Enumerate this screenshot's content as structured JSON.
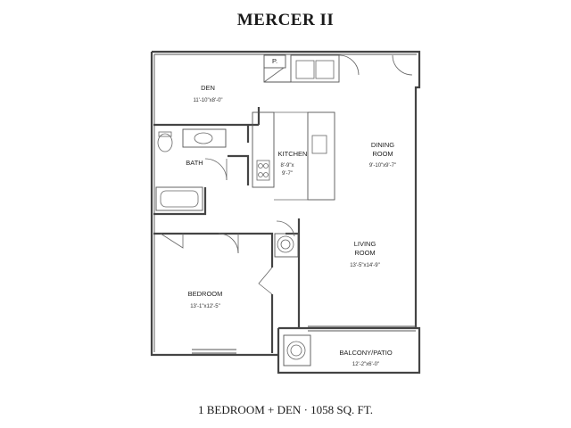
{
  "title": "MERCER II",
  "caption": "1 BEDROOM + DEN · 1058 SQ. FT.",
  "rooms": {
    "den": {
      "name": "DEN",
      "size": "11'-10\"x8'-0\""
    },
    "bath": {
      "name": "BATH"
    },
    "kitchen": {
      "name": "KITCHEN",
      "size_line1": "8'-9\"x",
      "size_line2": "9'-7\""
    },
    "dining": {
      "name_line1": "DINING",
      "name_line2": "ROOM",
      "size": "9'-10\"x9'-7\""
    },
    "living": {
      "name_line1": "LIVING",
      "name_line2": "ROOM",
      "size": "13'-5\"x14'-9\""
    },
    "bedroom": {
      "name": "BEDROOM",
      "size": "13'-1\"x12'-5\""
    },
    "balcony": {
      "name": "BALCONY/PATIO",
      "size": "12'-2\"x6'-0\""
    },
    "pantry": {
      "name": "P."
    }
  }
}
